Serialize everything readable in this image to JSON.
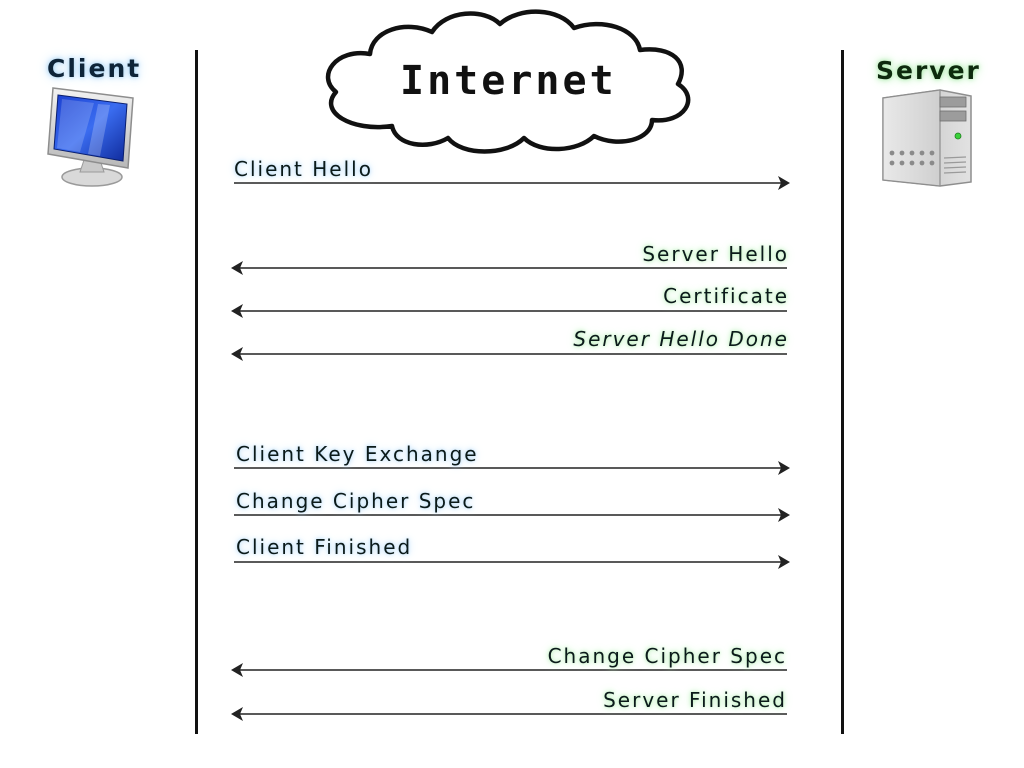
{
  "actors": {
    "client": {
      "label": "Client",
      "icon": "monitor-icon",
      "glow": "#a9d4f5"
    },
    "server": {
      "label": "Server",
      "icon": "server-tower-icon",
      "glow": "#a8eaa8"
    }
  },
  "network": {
    "label": "Internet",
    "icon": "cloud-icon"
  },
  "messages": [
    {
      "label": "Client Hello",
      "direction": "client-to-server",
      "italic": false
    },
    {
      "label": "Server Hello",
      "direction": "server-to-client",
      "italic": false
    },
    {
      "label": "Certificate",
      "direction": "server-to-client",
      "italic": false
    },
    {
      "label": "Server Hello Done",
      "direction": "server-to-client",
      "italic": true
    },
    {
      "label": "Client Key Exchange",
      "direction": "client-to-server",
      "italic": false
    },
    {
      "label": "Change Cipher Spec",
      "direction": "client-to-server",
      "italic": false
    },
    {
      "label": "Client Finished",
      "direction": "client-to-server",
      "italic": false
    },
    {
      "label": "Change Cipher Spec",
      "direction": "server-to-client",
      "italic": false
    },
    {
      "label": "Server Finished",
      "direction": "server-to-client",
      "italic": false
    }
  ]
}
